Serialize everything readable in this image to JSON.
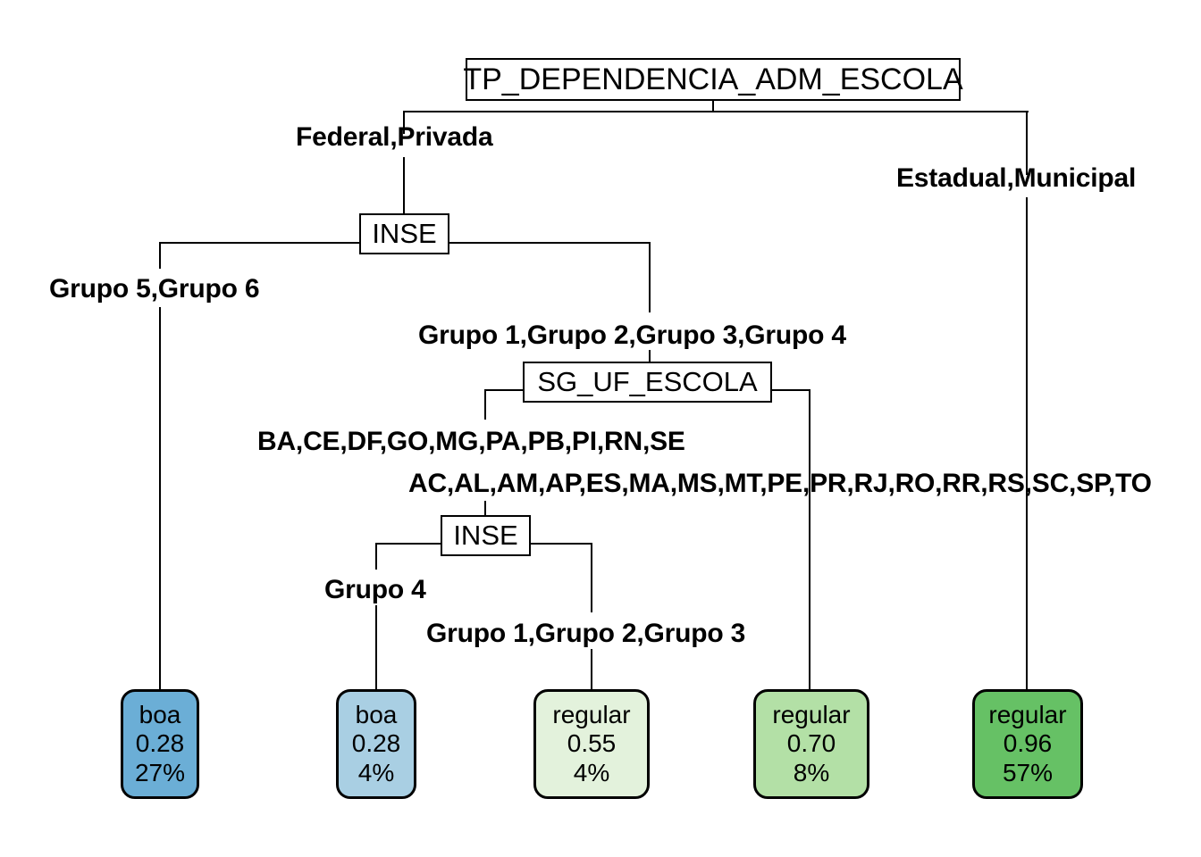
{
  "tree": {
    "title_variable": "TP_DEPENDENCIA_ADM_ESCOLA",
    "nodes": [
      {
        "id": "root",
        "label": "TP_DEPENDENCIA_ADM_ESCOLA"
      },
      {
        "id": "inse1",
        "label": "INSE"
      },
      {
        "id": "uf",
        "label": "SG_UF_ESCOLA"
      },
      {
        "id": "inse2",
        "label": "INSE"
      }
    ],
    "edge_labels": [
      {
        "id": "e-root-left",
        "text": "Federal,Privada"
      },
      {
        "id": "e-root-right",
        "text": "Estadual,Municipal"
      },
      {
        "id": "e-inse1-left",
        "text": "Grupo 5,Grupo 6"
      },
      {
        "id": "e-inse1-right",
        "text": "Grupo 1,Grupo 2,Grupo 3,Grupo 4"
      },
      {
        "id": "e-uf-left",
        "text": "BA,CE,DF,GO,MG,PA,PB,PI,RN,SE"
      },
      {
        "id": "e-uf-right",
        "text": "AC,AL,AM,AP,ES,MA,MS,MT,PE,PR,RJ,RO,RR,RS,SC,SP,TO"
      },
      {
        "id": "e-inse2-left",
        "text": "Grupo 4"
      },
      {
        "id": "e-inse2-right",
        "text": "Grupo 1,Grupo 2,Grupo 3"
      }
    ],
    "leaves": [
      {
        "id": "leaf1",
        "class_label": "boa",
        "value": "0.28",
        "percent": "27%",
        "fill": "#6BAED6"
      },
      {
        "id": "leaf2",
        "class_label": "boa",
        "value": "0.28",
        "percent": "4%",
        "fill": "#A9CFE3"
      },
      {
        "id": "leaf3",
        "class_label": "regular",
        "value": "0.55",
        "percent": "4%",
        "fill": "#E3F2DC"
      },
      {
        "id": "leaf4",
        "class_label": "regular",
        "value": "0.70",
        "percent": "8%",
        "fill": "#B3E0A6"
      },
      {
        "id": "leaf5",
        "class_label": "regular",
        "value": "0.96",
        "percent": "57%",
        "fill": "#66C165"
      }
    ]
  }
}
